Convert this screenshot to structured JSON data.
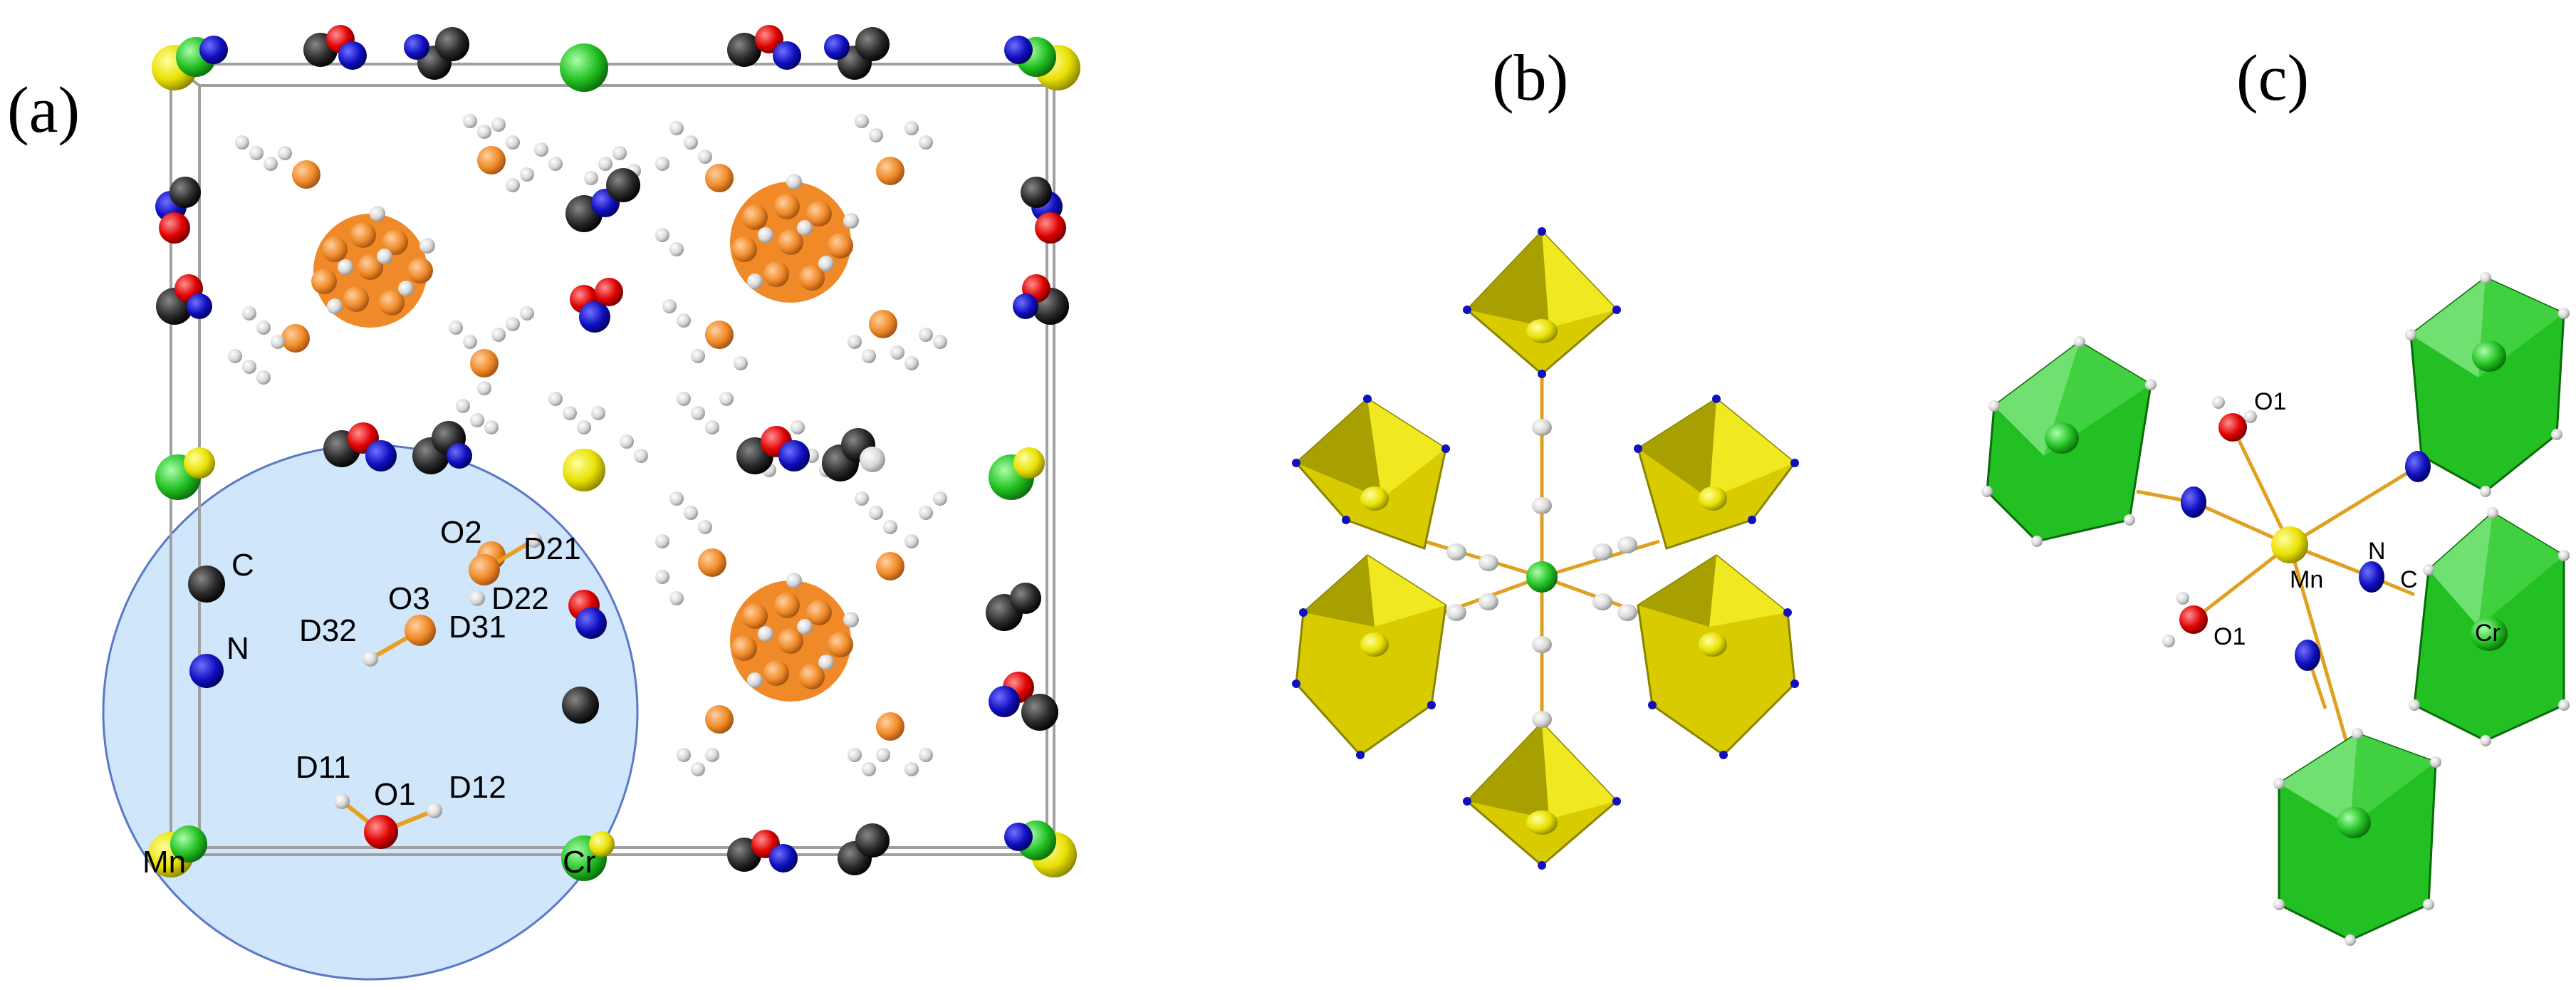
{
  "panels": {
    "a": {
      "label": "(a)",
      "atom_labels": {
        "C": "C",
        "N": "N",
        "O2": "O2",
        "D21": "D21",
        "D22": "D22",
        "O3": "O3",
        "D32": "D32",
        "D31": "D31",
        "D11": "D11",
        "O1": "O1",
        "D12": "D12",
        "Mn": "Mn",
        "Cr": "Cr"
      }
    },
    "b": {
      "label": "(b)"
    },
    "c": {
      "label": "(c)",
      "atom_labels": {
        "O1_top": "O1",
        "O1_bottom": "O1",
        "Mn": "Mn",
        "N": "N",
        "C": "C",
        "Cr": "Cr"
      }
    }
  },
  "colors": {
    "Mn": "#e8e000",
    "Cr": "#22c022",
    "C": "#222222",
    "N": "#1010c0",
    "O": "#e00000",
    "D": "#d8d8d8",
    "water_O": "#f08a28",
    "highlight": "#cfe6fb"
  }
}
